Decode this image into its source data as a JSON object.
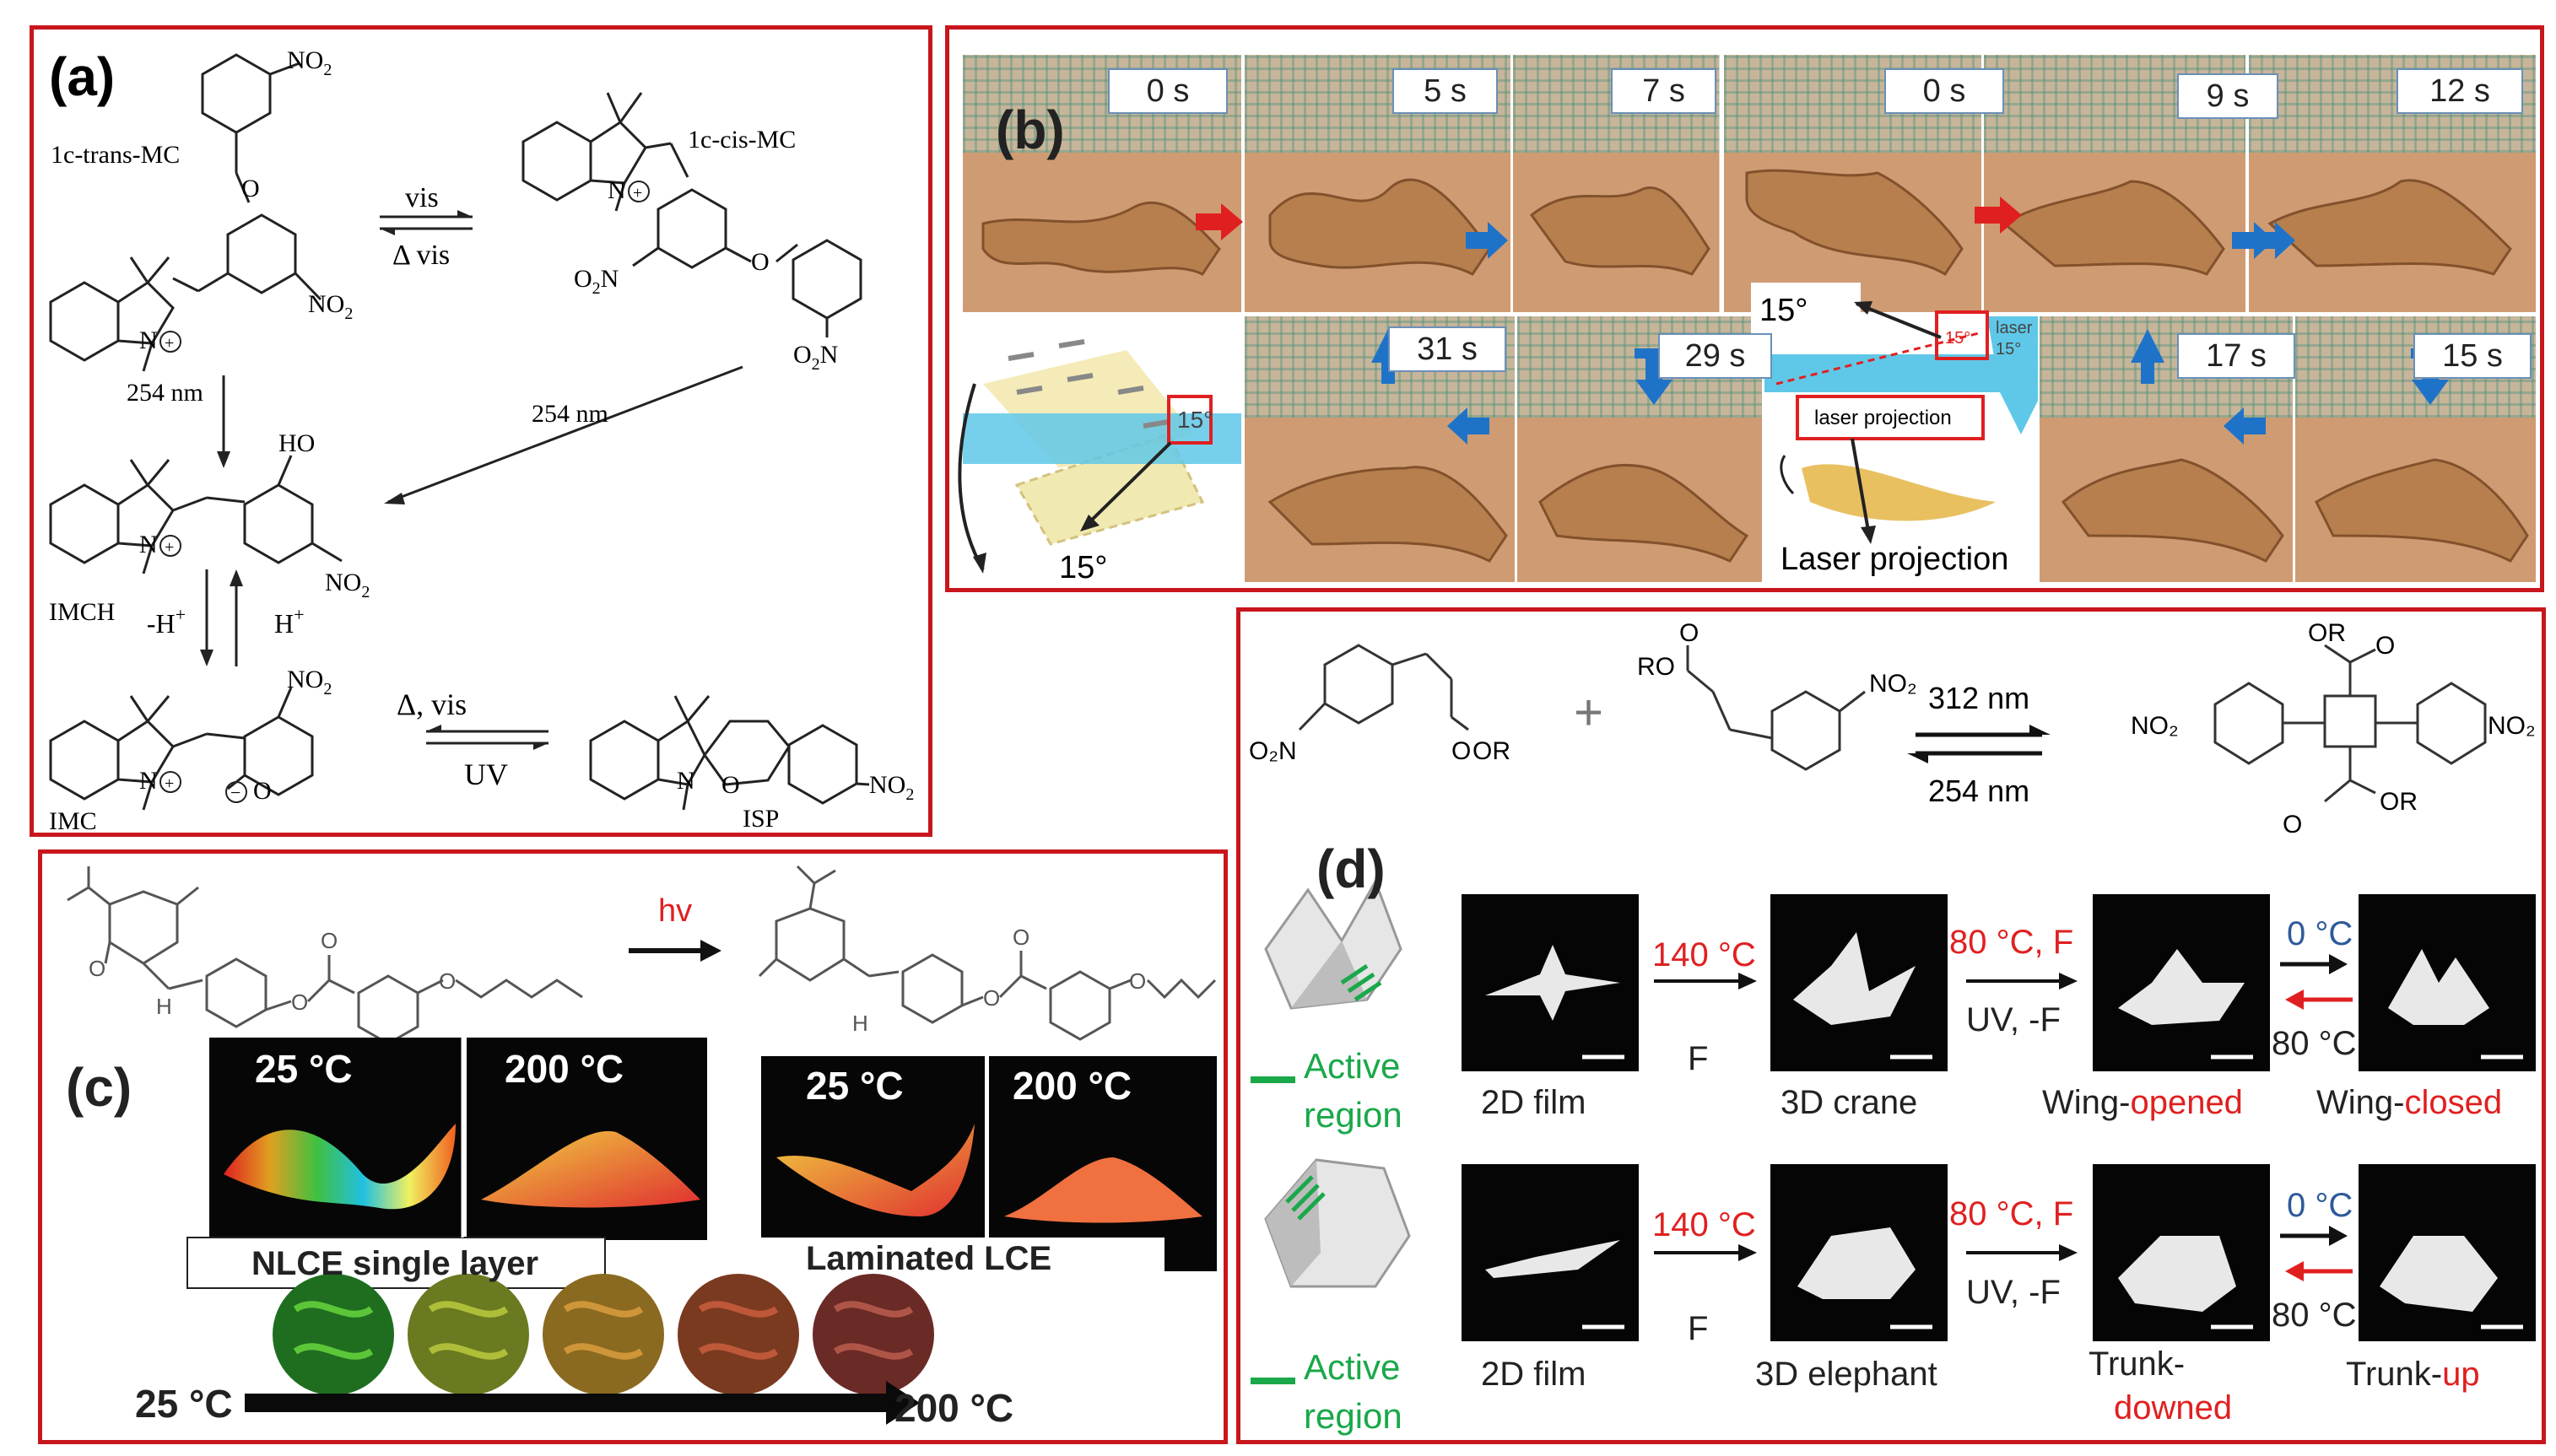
{
  "panels": {
    "a": {
      "label": "(a)",
      "labels": {
        "trans_mc": "1c-trans-MC",
        "cis_mc": "1c-cis-MC",
        "vis_fwd": "vis",
        "vis_back": "Δ vis",
        "nm254_left": "254 nm",
        "nm254_right": "254 nm",
        "imch": "IMCH",
        "minus_h": "-H",
        "plus_h": "H",
        "plus_sup": "+",
        "delta_vis": "Δ, vis",
        "uv": "UV",
        "imc": "IMC",
        "isp": "ISP",
        "no2": "NO",
        "sub2": "2",
        "o2n": "O",
        "n_sub2": "N",
        "ho": "HO",
        "n_plus": "N",
        "n_plain": "N",
        "o_minus": "O",
        "o": "O"
      }
    },
    "b": {
      "label": "(b)",
      "times_top": [
        "0 s",
        "5 s",
        "7 s",
        "0 s",
        "9 s",
        "12 s"
      ],
      "times_bottom": [
        "31 s",
        "29 s",
        "17 s",
        "15 s"
      ],
      "angle_left": "15°",
      "angle_small": "15°",
      "angle_mid": "15°",
      "angle_red": "15°",
      "laser": "laser",
      "angle_right": "15°",
      "laser_projection_box": "laser projection",
      "laser_projection": "Laser projection"
    },
    "c": {
      "label": "(c)",
      "hv": "hv",
      "h_left": "H",
      "h_right": "H",
      "o_carbonyl": "O",
      "temps_left": [
        "25 °C",
        "200 °C"
      ],
      "temps_right": [
        "25 °C",
        "200 °C"
      ],
      "nlce": "NLCE single layer",
      "laminated": "Laminated  LCE",
      "t_start": "25 °C",
      "t_end": "200 °C"
    },
    "d": {
      "label": "(d)",
      "nm312": "312 nm",
      "nm254": "254 nm",
      "plus": "+",
      "o2n": "O₂N",
      "ro": "RO",
      "no2_a": "NO₂",
      "no2_b": "NO₂",
      "no2_c": "NO₂",
      "or_a": "OR",
      "or_b": "OR",
      "or_c": "OR",
      "active_region": [
        "Active",
        "region"
      ],
      "row1": {
        "temp1": "140 °C",
        "f1": "F",
        "temp2": "80 °C, F",
        "uvf": "UV, -F",
        "temp3": "0 °C",
        "temp4": "80 °C",
        "label1": "2D film",
        "label2": "3D crane",
        "label3_a": "Wing-",
        "label3_b": "opened",
        "label4_a": "Wing-",
        "label4_b": "closed"
      },
      "row2": {
        "temp1": "140 °C",
        "f1": "F",
        "temp2": "80 °C, F",
        "uvf": "UV, -F",
        "temp3": "0 °C",
        "temp4": "80 °C",
        "label1": "2D film",
        "label2": "3D elephant",
        "label3_a": "Trunk-",
        "label3_b": "downed",
        "label4_a": "Trunk-",
        "label4_b": "up"
      }
    }
  },
  "colors": {
    "border_red": "#c8161d",
    "arrow_blue": "#1e73c8",
    "arrow_red": "#e02020",
    "active_green": "#1aa84a",
    "highlight_red": "#e02020",
    "cold_blue": "#2e5a9a"
  }
}
